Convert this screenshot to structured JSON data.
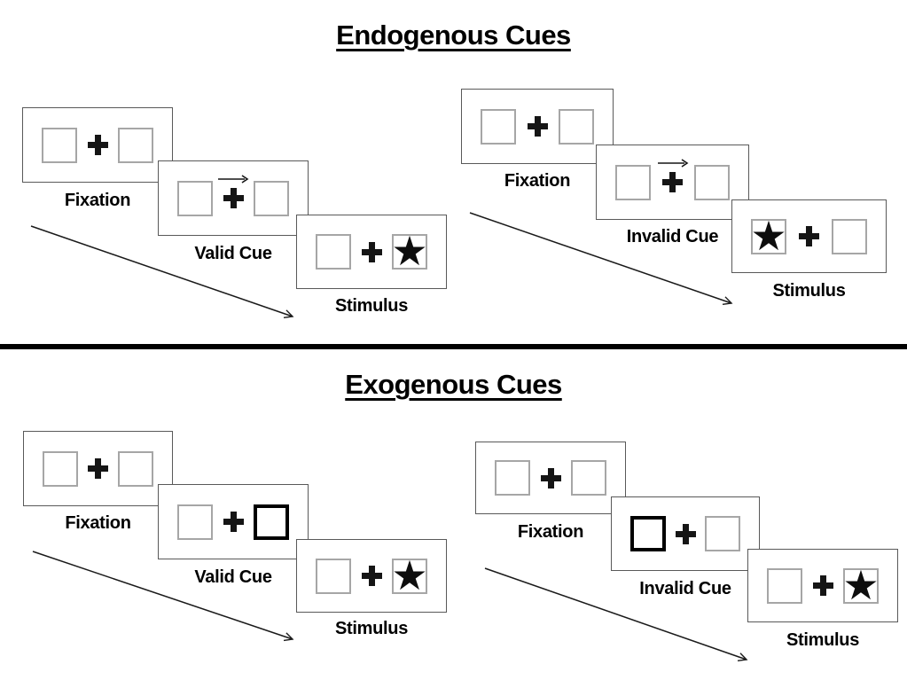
{
  "page": {
    "background": "#ffffff",
    "divider_color": "#000000",
    "ink_color": "#000000",
    "panel_border_color": "#595959",
    "square_border_color": "#a6a6a6",
    "bold_square_border_color": "#000000"
  },
  "icons": {
    "fixation_cross": "heavy-plus",
    "cue_arrow": "right-arrow",
    "timeline_arrow": "diagonal-down-right-arrow"
  },
  "sections": [
    {
      "id": "endogenous",
      "title": "Endogenous Cues",
      "sequences": [
        {
          "id": "endogenous-valid",
          "panels": [
            {
              "label": "Fixation",
              "left_square": {
                "class": "sq",
                "glyph": ""
              },
              "right_square": {
                "class": "sq",
                "glyph": ""
              }
            },
            {
              "label": "Valid Cue",
              "cue": "central-arrow-right",
              "left_square": {
                "class": "sq",
                "glyph": ""
              },
              "right_square": {
                "class": "sq",
                "glyph": ""
              }
            },
            {
              "label": "Stimulus",
              "stimulus_side": "right",
              "left_square": {
                "class": "sq",
                "glyph": ""
              },
              "right_square": {
                "class": "sq",
                "glyph": "★"
              }
            }
          ]
        },
        {
          "id": "endogenous-invalid",
          "panels": [
            {
              "label": "Fixation",
              "left_square": {
                "class": "sq",
                "glyph": ""
              },
              "right_square": {
                "class": "sq",
                "glyph": ""
              }
            },
            {
              "label": "Invalid Cue",
              "cue": "central-arrow-right",
              "left_square": {
                "class": "sq",
                "glyph": ""
              },
              "right_square": {
                "class": "sq",
                "glyph": ""
              }
            },
            {
              "label": "Stimulus",
              "stimulus_side": "left",
              "left_square": {
                "class": "sq",
                "glyph": "★"
              },
              "right_square": {
                "class": "sq",
                "glyph": ""
              }
            }
          ]
        }
      ]
    },
    {
      "id": "exogenous",
      "title": "Exogenous Cues",
      "sequences": [
        {
          "id": "exogenous-valid",
          "panels": [
            {
              "label": "Fixation",
              "left_square": {
                "class": "sq",
                "glyph": ""
              },
              "right_square": {
                "class": "sq",
                "glyph": ""
              }
            },
            {
              "label": "Valid Cue",
              "cue": "peripheral-box-right",
              "left_square": {
                "class": "sq",
                "glyph": ""
              },
              "right_square": {
                "class": "sq bold",
                "glyph": ""
              }
            },
            {
              "label": "Stimulus",
              "stimulus_side": "right",
              "left_square": {
                "class": "sq",
                "glyph": ""
              },
              "right_square": {
                "class": "sq",
                "glyph": "★"
              }
            }
          ]
        },
        {
          "id": "exogenous-invalid",
          "panels": [
            {
              "label": "Fixation",
              "left_square": {
                "class": "sq",
                "glyph": ""
              },
              "right_square": {
                "class": "sq",
                "glyph": ""
              }
            },
            {
              "label": "Invalid Cue",
              "cue": "peripheral-box-left",
              "left_square": {
                "class": "sq bold",
                "glyph": ""
              },
              "right_square": {
                "class": "sq",
                "glyph": ""
              }
            },
            {
              "label": "Stimulus",
              "stimulus_side": "right",
              "left_square": {
                "class": "sq",
                "glyph": ""
              },
              "right_square": {
                "class": "sq",
                "glyph": "★"
              }
            }
          ]
        }
      ]
    }
  ]
}
